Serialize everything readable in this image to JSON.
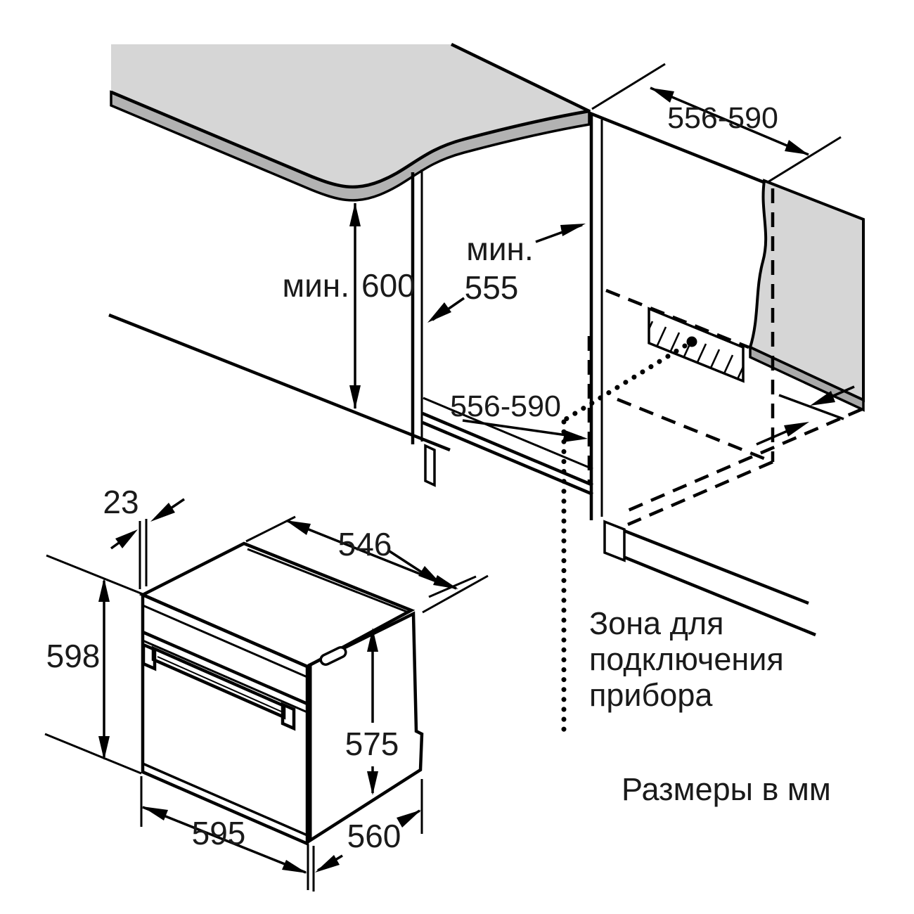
{
  "installation": {
    "height_min": {
      "prefix": "мин.",
      "value": "600"
    },
    "niche_width_min": {
      "prefix": "мин.",
      "value": "555"
    },
    "niche_depth_top": "556-590",
    "niche_depth_bottom": "556-590",
    "connection_zone": {
      "line1": "Зона для",
      "line2": "подключения",
      "line3": "прибора"
    }
  },
  "oven": {
    "front_width": "595",
    "front_height": "598",
    "body_depth": "560",
    "top_depth": "546",
    "body_height": "575",
    "fascia_offset": "23"
  },
  "footer_note": "Размеры в мм",
  "colors": {
    "line": "#000000",
    "countertop_top": "#d6d6d6",
    "countertop_edge": "#b2b2b2",
    "wall": "#d6d6d6",
    "skirting": "#a9a9a9",
    "background": "#ffffff"
  }
}
